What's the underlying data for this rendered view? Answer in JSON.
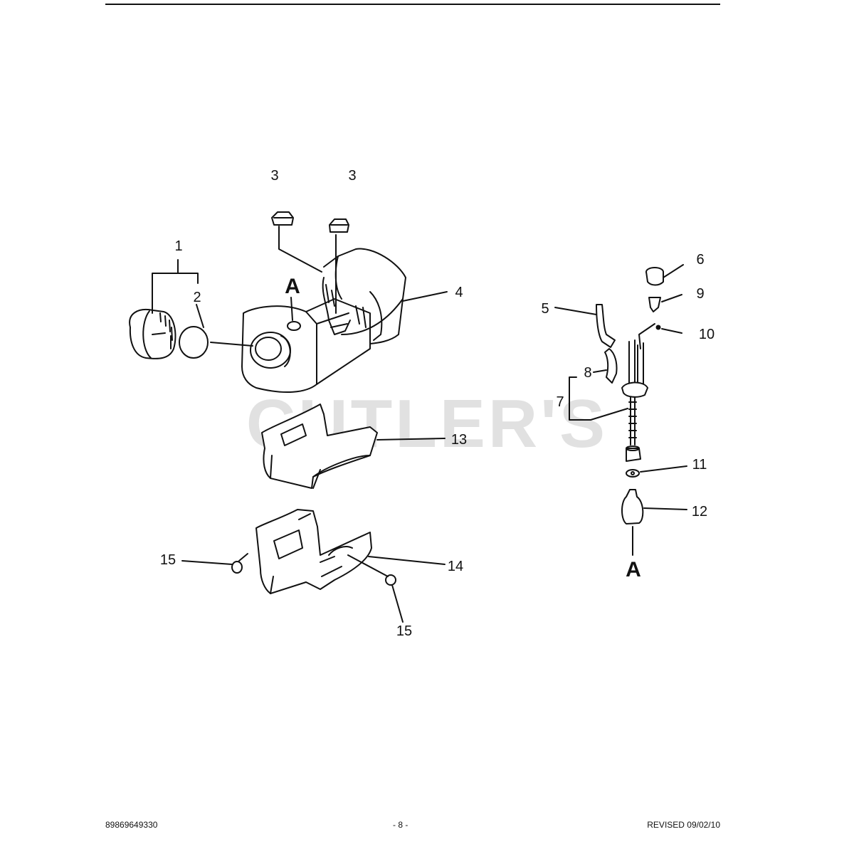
{
  "watermark": "CUTLER'S",
  "callouts": {
    "p1": "1",
    "p2": "2",
    "p3a": "3",
    "p3b": "3",
    "p4": "4",
    "p5": "5",
    "p6": "6",
    "p7": "7",
    "p8": "8",
    "p9": "9",
    "p10": "10",
    "p11": "11",
    "p12": "12",
    "p13": "13",
    "p14": "14",
    "p15a": "15",
    "p15b": "15",
    "refA_tank": "A",
    "refA_filter": "A"
  },
  "footer": {
    "part_number": "89869649330",
    "page": "- 8 -",
    "revised": "REVISED 09/02/10"
  }
}
